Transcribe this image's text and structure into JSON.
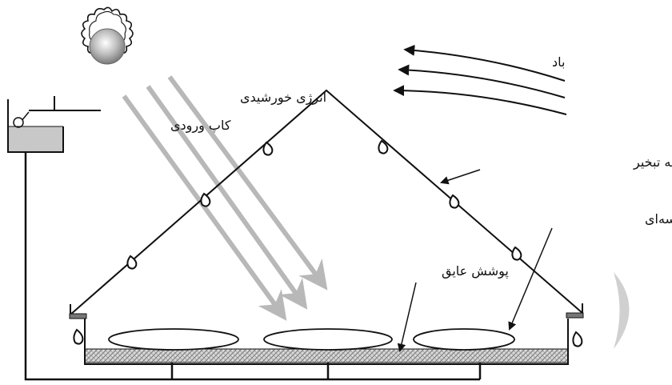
{
  "labels": {
    "wind": "باد",
    "solar_energy": "انرژی خورشیدی",
    "inlet_cap": "کاپ ورودی",
    "evaporation_cover": "پوشش منطقه تبخیر",
    "bag_membranes": "غشاهای کیسه‌ای",
    "insulation_cover": "پوشش عایق"
  },
  "colors": {
    "line": "#111111",
    "ray": "#b8b8b8",
    "water": "#c8c8c8",
    "hatch": "#9a9a9a",
    "sun_glow": "#ffffff",
    "sun_core": "#8a8a8a",
    "shadow": "#d0d0d0"
  },
  "icons": {
    "sun": "sun-icon",
    "droplet": "droplet-icon",
    "wind": "wind-arrow-icon"
  }
}
